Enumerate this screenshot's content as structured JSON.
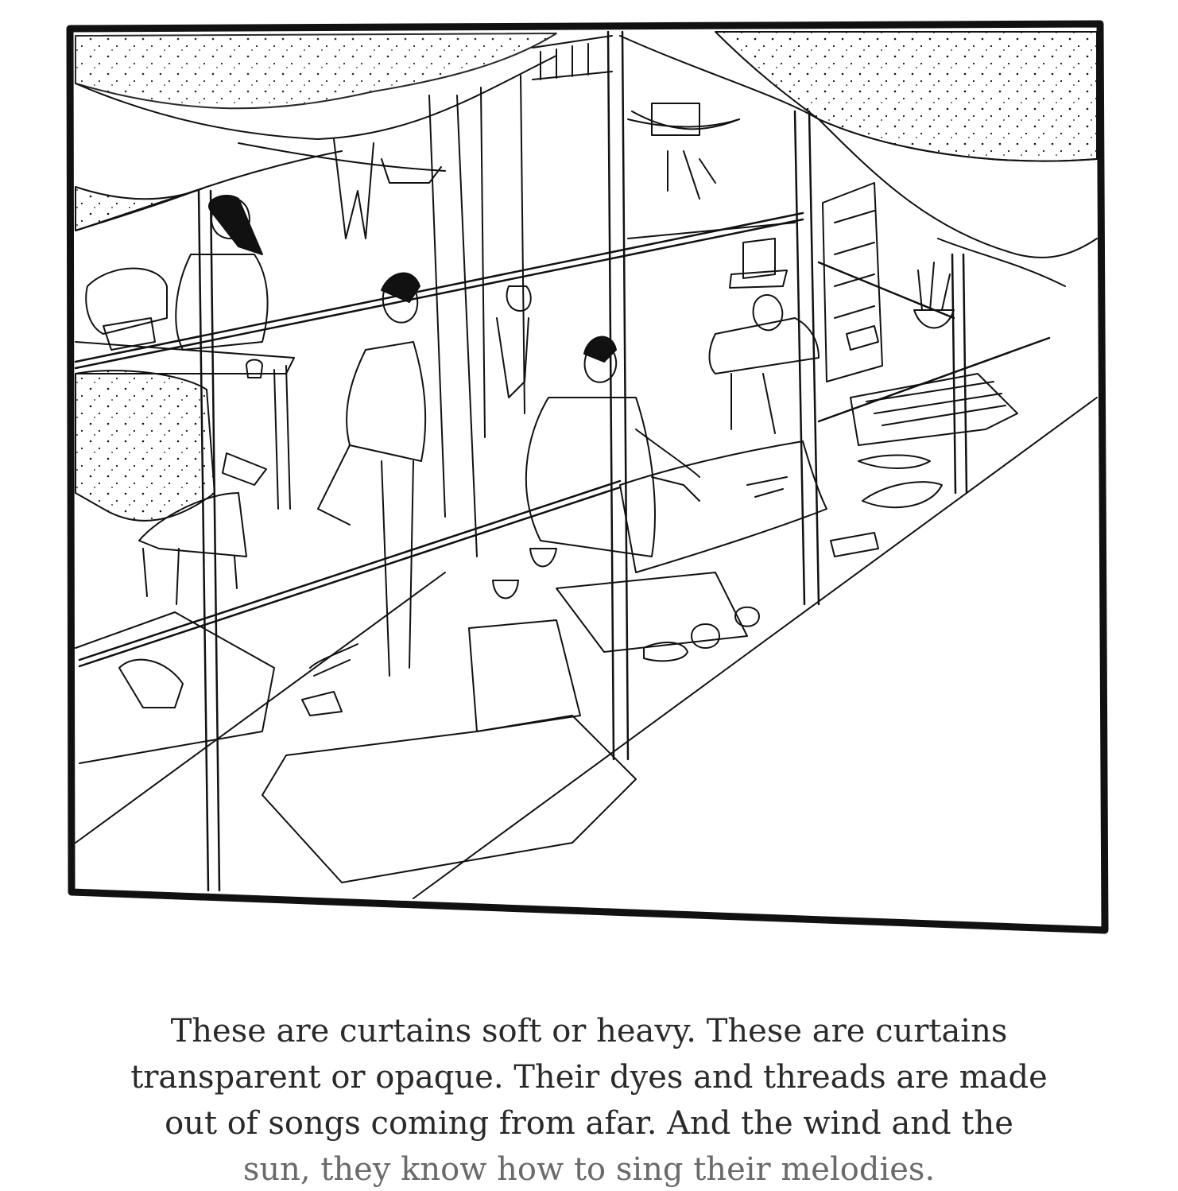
{
  "caption": {
    "lines": [
      "These are curtains soft or heavy. These are curtains",
      "transparent or opaque. Their dyes and threads are made",
      "out of songs coming from afar. And the wind and the",
      "sun, they know how to sing their melodies."
    ]
  },
  "colors": {
    "ink": "#111111",
    "paper": "#ffffff",
    "text": "#2a2a2a"
  }
}
